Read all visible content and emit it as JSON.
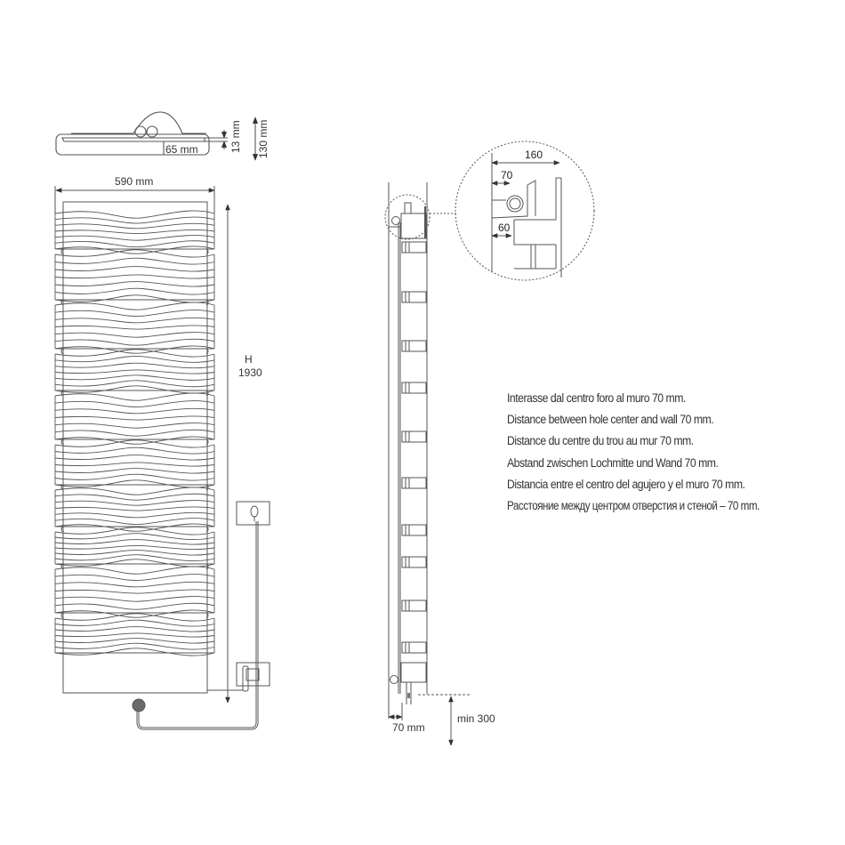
{
  "diagram": {
    "title": "Towel radiator technical drawing",
    "top_view": {
      "depth_label": "65 mm",
      "tube_offset_label": "13 mm",
      "total_depth_label": "130 mm"
    },
    "front_view": {
      "width_label": "590 mm",
      "height_label_letter": "H",
      "height_label_value": "1930",
      "panel_count": 10
    },
    "side_view": {
      "wall_distance_label": "70 mm",
      "floor_clearance_label": "min 300",
      "bracket_count": 11
    },
    "detail_view": {
      "bracket_depth_label": "160",
      "hole_center_label": "70",
      "mount_label": "60"
    },
    "notes": [
      "Interasse dal centro foro al muro 70 mm.",
      "Distance between hole center and wall 70 mm.",
      "Distance du centre du trou au mur 70 mm.",
      "Abstand zwischen Lochmitte und Wand 70 mm.",
      "Distancia entre el centro del agujero y el muro 70 mm.",
      "Расстояние между центром отверстия и стеной – 70 mm."
    ],
    "colors": {
      "line": "#4a4a4a",
      "text": "#333333",
      "heating_element": "#6a6a6a",
      "background": "#ffffff"
    }
  }
}
